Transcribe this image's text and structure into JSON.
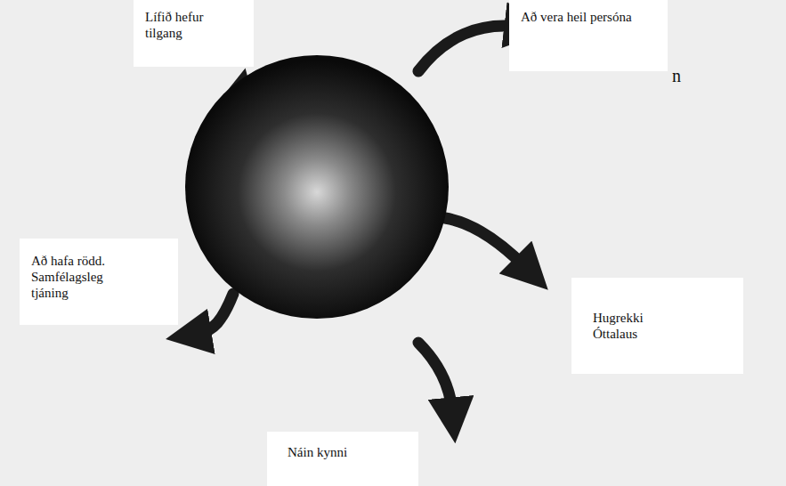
{
  "diagram": {
    "nodes": [
      {
        "text": [
          "Lífið hefur tilgang"
        ]
      },
      {
        "text": [
          "Að vera heil persóna"
        ]
      },
      {
        "text": [
          "Að hafa rödd. Samfélagsleg tjáning"
        ]
      },
      {
        "text": [
          "Hugrekki Óttalaus"
        ]
      },
      {
        "text": [
          "Náin kynni"
        ]
      }
    ],
    "labels": [
      "n"
    ]
  }
}
